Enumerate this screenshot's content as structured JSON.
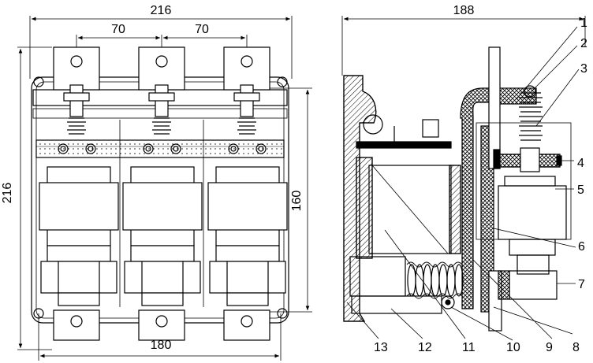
{
  "front_view": {
    "overall_width": "216",
    "pole_pitch_1": "70",
    "pole_pitch_2": "70",
    "overall_height": "216",
    "mounting_height": "160",
    "mounting_width": "180"
  },
  "side_view": {
    "overall_depth": "188",
    "callouts": [
      "1",
      "2",
      "3",
      "4",
      "5",
      "6",
      "7",
      "8",
      "9",
      "10",
      "11",
      "12",
      "13"
    ]
  }
}
